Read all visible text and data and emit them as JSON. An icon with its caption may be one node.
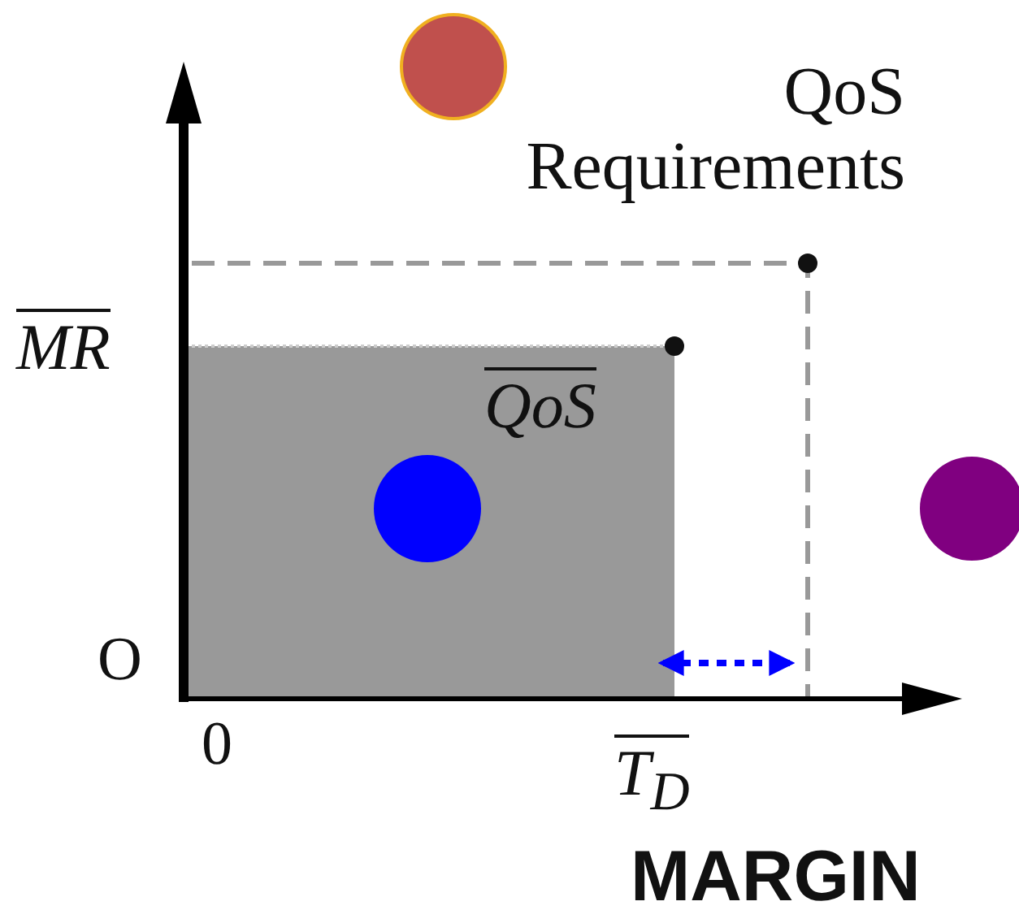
{
  "diagram": {
    "labels": [
      "QoS Requirements",
      "MR",
      "QoS",
      "O",
      "0",
      "T$_{D}$",
      "MARGIN"
    ]
  }
}
